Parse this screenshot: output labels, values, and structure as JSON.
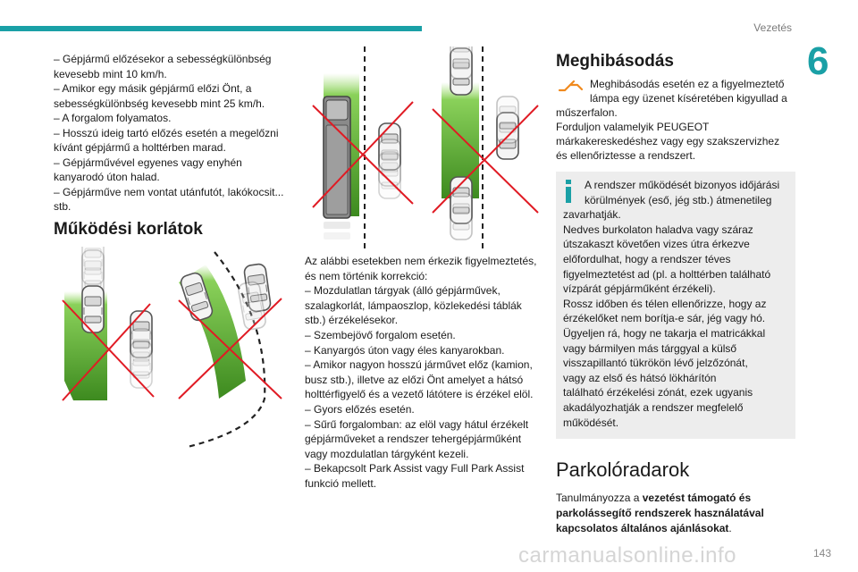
{
  "header": {
    "section": "Vezetés",
    "chapter": "6",
    "page": "143"
  },
  "watermark": "carmanualsonline.info",
  "col1": {
    "lines": [
      "– Gépjármű előzésekor a sebességkülönbség",
      "kevesebb mint 10 km/h.",
      "– Amikor egy másik gépjármű előzi Önt, a",
      "sebességkülönbség kevesebb mint 25 km/h.",
      "– A forgalom folyamatos.",
      "– Hosszú ideig tartó előzés esetén a megelőzni",
      "kívánt gépjármű a holttérben marad.",
      "– Gépjárművével egyenes vagy enyhén",
      "kanyarodó úton halad.",
      "– Gépjárműve nem vontat utánfutót, lakókocsit...",
      "stb."
    ],
    "heading": "Működési korlátok"
  },
  "col2": {
    "lines": [
      "Az alábbi esetekben nem érkezik figyelmeztetés,",
      "és nem történik korrekció:",
      "– Mozdulatlan tárgyak (álló gépjárművek,",
      "szalagkorlát, lámpaoszlop, közlekedési táblák",
      "stb.) érzékelésekor.",
      "– Szembejövő forgalom esetén.",
      "– Kanyargós úton vagy éles kanyarokban.",
      "– Amikor nagyon hosszú járművet előz (kamion,",
      "busz stb.), illetve az előzi Önt amelyet a hátsó",
      "holttérfigyelő és a vezető látótere is érzékel elöl.",
      "– Gyors előzés esetén.",
      "– Sűrű forgalomban: az elöl vagy hátul érzékelt",
      "gépjárműveket a rendszer tehergépjárműként",
      "vagy mozdulatlan tárgyként kezeli.",
      "– Bekapcsolt Park Assist vagy Full Park Assist",
      "funkció mellett."
    ]
  },
  "col3": {
    "heading": "Meghibásodás",
    "warn_lines": [
      "Meghibásodás esetén ez a figyelmeztető",
      "lámpa egy üzenet kíséretében kigyullad a"
    ],
    "warn_rest": [
      "műszerfalon.",
      "Forduljon valamelyik PEUGEOT",
      "márkakereskedéshez vagy egy szakszervizhez",
      "és ellenőriztesse a rendszert."
    ],
    "note_first": [
      "A rendszer működését bizonyos időjárási",
      "körülmények (eső, jég stb.) átmenetileg"
    ],
    "note_rest": [
      "zavarhatják.",
      "Nedves burkolaton haladva vagy száraz",
      "útszakaszt követően vizes útra érkezve",
      "előfordulhat, hogy a rendszer téves",
      "figyelmeztetést ad (pl. a holttérben található",
      "vízpárát gépjárműként érzékeli).",
      "Rossz időben és télen ellenőrizze, hogy az",
      "érzékelőket nem borítja-e sár, jég vagy hó.",
      "Ügyeljen rá, hogy ne takarja el matricákkal",
      "vagy bármilyen más tárggyal a külső",
      "visszapillantó tükrökön lévő jelzőzónát,",
      "vagy az első és hátsó lökhárítón",
      "található érzékelési zónát, ezek ugyanis",
      "akadályozhatják a rendszer megfelelő",
      "működését."
    ],
    "heading2": "Parkolóradarok",
    "para_normal1": "Tanulmányozza a ",
    "para_bold1": "vezetést támogató és",
    "para_bold2": "parkolássegítő rendszerek használatával",
    "para_bold3": "kapcsolatos általános ajánlásokat",
    "para_end": "."
  },
  "colors": {
    "accent": "#1aa0a6",
    "green_dark": "#3d8a1f",
    "green_light": "#8ad15a",
    "cross": "#e01b24",
    "warn_icon": "#f08a1e"
  },
  "icons": [
    "warning-lamp-icon",
    "info-icon"
  ]
}
